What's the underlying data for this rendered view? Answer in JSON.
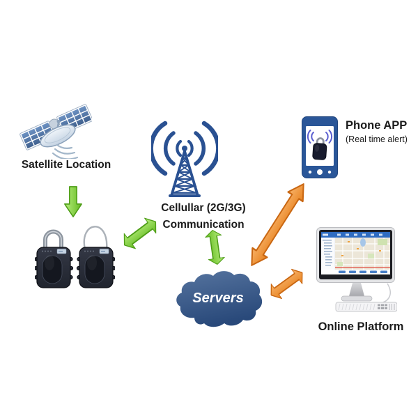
{
  "nodes": {
    "satellite": {
      "label": "Satellite Location"
    },
    "cellular": {
      "line1": "Cellullar (2G/3G)",
      "line2": "Communication"
    },
    "phone": {
      "title": "Phone APP",
      "subtitle": "(Real time alert)"
    },
    "servers": {
      "label": "Servers"
    },
    "platform": {
      "label": "Online Platform"
    }
  },
  "colors": {
    "icon_blue": "#2a5192",
    "green_arrow": "#6fc72e",
    "green_arrow_dark": "#4f9e18",
    "orange_arrow": "#f0913c",
    "orange_arrow_dark": "#c96712",
    "cloud_top": "#56749f",
    "cloud_bottom": "#29497a",
    "label_text": "#1b1b1b"
  },
  "icons": {
    "satellite": "satellite-icon",
    "cellular": "cellular-tower-icon",
    "phone": "smartphone-icon",
    "locks": "gps-padlock-icon",
    "servers": "cloud-icon",
    "platform": "desktop-monitor-icon",
    "flow": "arrow-icon"
  }
}
